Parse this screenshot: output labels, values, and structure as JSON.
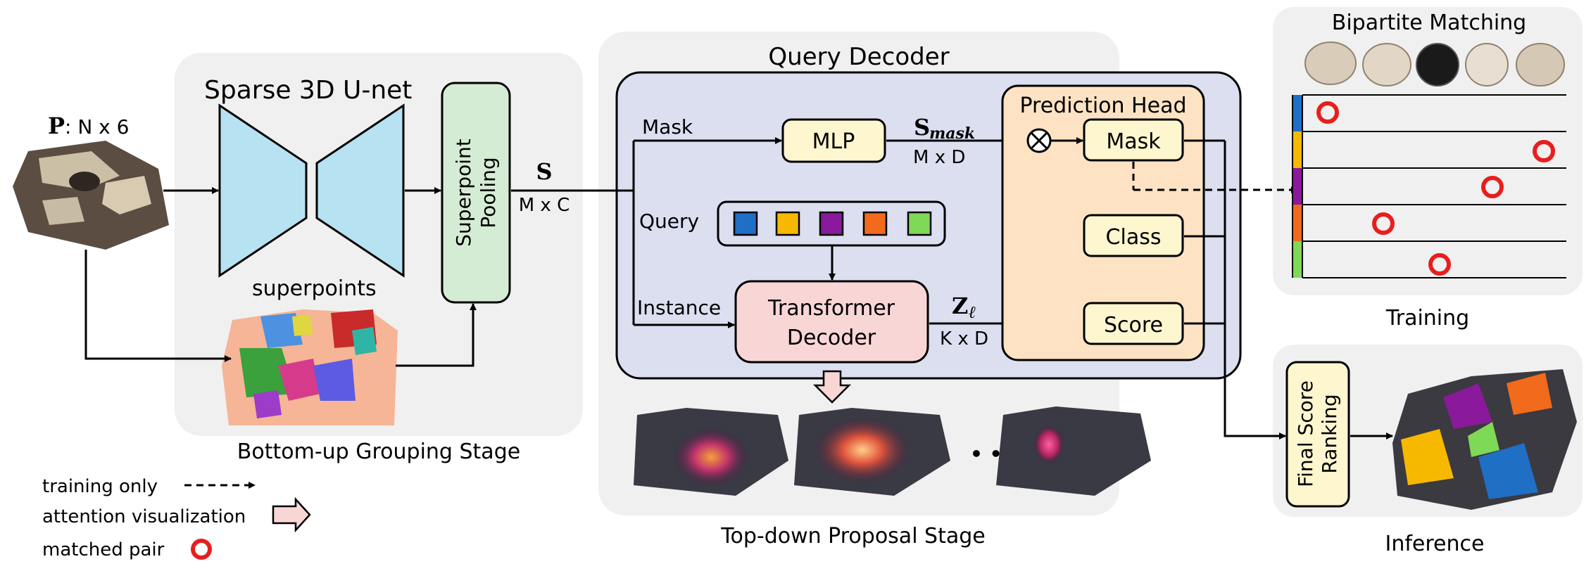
{
  "input": {
    "symbol": "P",
    "dims": ": N x 6"
  },
  "bottom_up": {
    "unet_title": "Sparse 3D U-net",
    "superpoints_label": "superpoints",
    "pooling_line1": "Superpoint",
    "pooling_line2": "Pooling",
    "stage_label": "Bottom-up Grouping Stage"
  },
  "features": {
    "s_symbol": "S",
    "s_dims": "M x C"
  },
  "query_decoder": {
    "title": "Query Decoder",
    "mask_label": "Mask",
    "query_label": "Query",
    "instance_label": "Instance",
    "mlp_label": "MLP",
    "s_mask_symbol": "S",
    "s_mask_sub": "mask",
    "s_mask_dims": "M x D",
    "decoder_line1": "Transformer",
    "decoder_line2": "Decoder",
    "z_symbol": "Z",
    "z_sub": "ℓ",
    "z_dims": "K x D",
    "query_colors": [
      "#1f6fc5",
      "#f7b800",
      "#8a1a9b",
      "#f26a1b",
      "#7ed957"
    ]
  },
  "prediction_head": {
    "title": "Prediction Head",
    "mask_label": "Mask",
    "class_label": "Class",
    "score_label": "Score",
    "multiply_symbol": "⊗"
  },
  "proposal": {
    "ellipsis": "• • •",
    "stage_label": "Top-down Proposal Stage"
  },
  "training": {
    "title": "Bipartite Matching",
    "label": "Training",
    "row_colors": [
      "#1f6fc5",
      "#f7b800",
      "#8a1a9b",
      "#f26a1b",
      "#7ed957"
    ]
  },
  "inference": {
    "ranking_line1": "Final Score",
    "ranking_line2": "Ranking",
    "label": "Inference"
  },
  "legend": {
    "training_only": "training only",
    "attention": "attention visualization",
    "matched": "matched pair"
  },
  "colors": {
    "panel_gray": "#f0f0f0",
    "decoder_bg": "#dcdff0",
    "head_bg": "#fde3c3",
    "unet_blue": "#b6e2f2",
    "pooling_green": "#d5ecd4",
    "mlp_yellow": "#fdf6cf",
    "decoder_pink": "#f9d6d6",
    "match_red": "#e81e1e"
  }
}
